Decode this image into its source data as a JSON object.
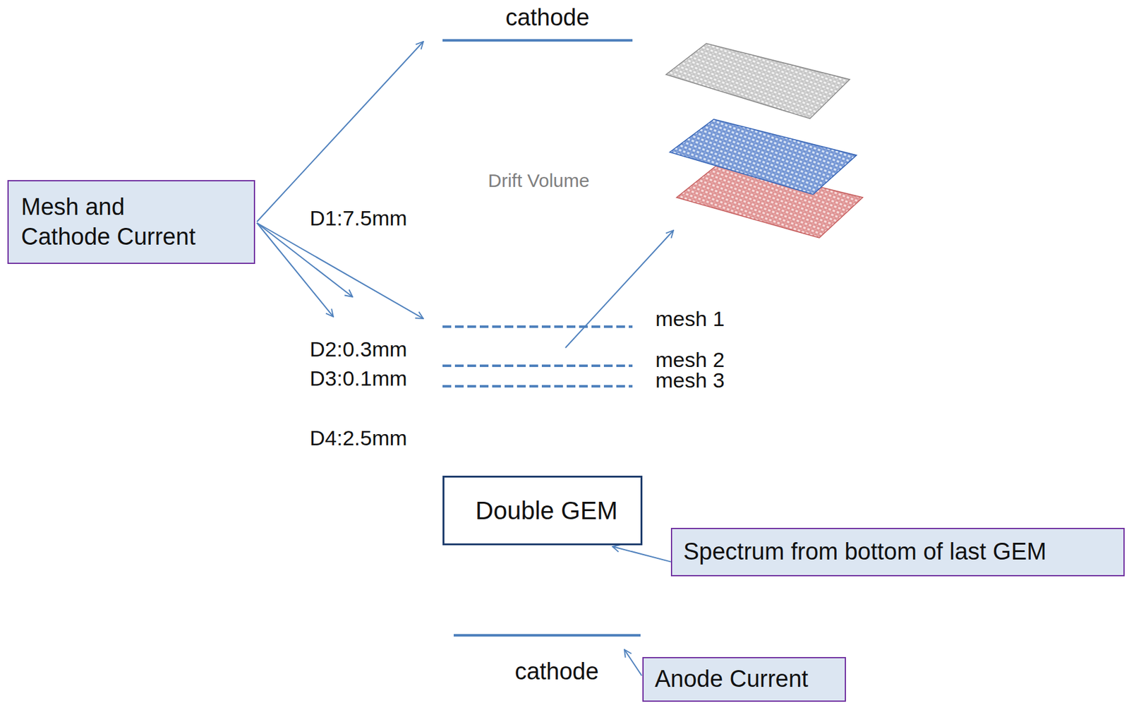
{
  "diagram": {
    "nodes": [
      {
        "text": [
          "Mesh and Cathode Current"
        ]
      },
      {
        "text": [
          "Double GEM"
        ]
      },
      {
        "text": [
          "Spectrum from bottom of last GEM"
        ]
      },
      {
        "text": [
          "Anode Current"
        ]
      }
    ],
    "edges": [
      {
        "from": 2,
        "to": 1,
        "arrow": "to"
      }
    ],
    "labels": [
      "cathode",
      "Drift Volume",
      "D1:7.5mm",
      "D2:0.3mm",
      "D3:0.1mm",
      "D4:2.5mm",
      "mesh 1",
      "mesh 2",
      "mesh 3",
      "cathode"
    ]
  }
}
